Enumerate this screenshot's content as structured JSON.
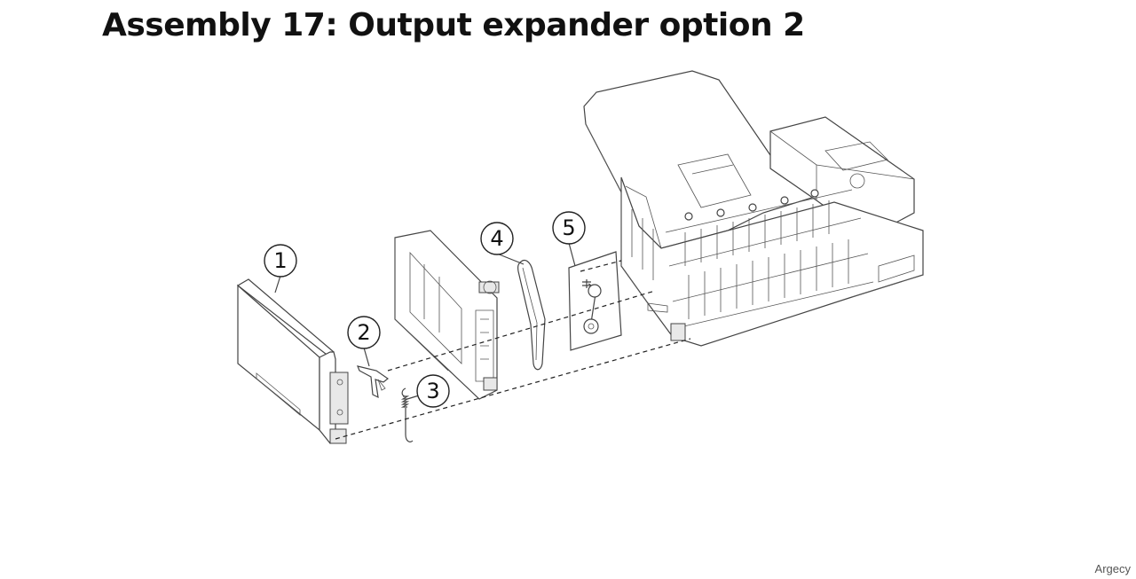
{
  "title": "Assembly 17: Output expander option 2",
  "watermark": "Argecy",
  "callouts": [
    "1",
    "2",
    "3",
    "4",
    "5"
  ]
}
